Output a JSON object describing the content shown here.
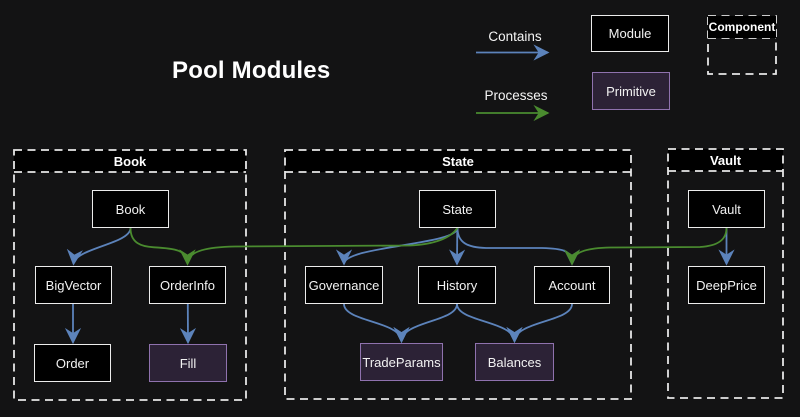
{
  "title": "Pool Modules",
  "colors": {
    "background": "#131314",
    "module_fill": "#000000",
    "module_border": "#ececec",
    "primitive_fill": "#2c2236",
    "primitive_border": "#8f72ae",
    "contains_edge": "#5c83bb",
    "processes_edge": "#4a8b2f",
    "text": "#f2f2f2"
  },
  "legend": {
    "contains_label": "Contains",
    "processes_label": "Processes",
    "module_label": "Module",
    "primitive_label": "Primitive",
    "component_label": "Component"
  },
  "groups": [
    {
      "id": "book",
      "label": "Book"
    },
    {
      "id": "state",
      "label": "State"
    },
    {
      "id": "vault",
      "label": "Vault"
    }
  ],
  "nodes": [
    {
      "id": "book",
      "label": "Book",
      "type": "module",
      "group": "Book"
    },
    {
      "id": "bigvector",
      "label": "BigVector",
      "type": "module",
      "group": "Book"
    },
    {
      "id": "orderinfo",
      "label": "OrderInfo",
      "type": "module",
      "group": "Book"
    },
    {
      "id": "order",
      "label": "Order",
      "type": "module",
      "group": "Book"
    },
    {
      "id": "fill",
      "label": "Fill",
      "type": "primitive",
      "group": "Book"
    },
    {
      "id": "state",
      "label": "State",
      "type": "module",
      "group": "State"
    },
    {
      "id": "governance",
      "label": "Governance",
      "type": "module",
      "group": "State"
    },
    {
      "id": "history",
      "label": "History",
      "type": "module",
      "group": "State"
    },
    {
      "id": "account",
      "label": "Account",
      "type": "module",
      "group": "State"
    },
    {
      "id": "tradeparams",
      "label": "TradeParams",
      "type": "primitive",
      "group": "State"
    },
    {
      "id": "balances",
      "label": "Balances",
      "type": "primitive",
      "group": "State"
    },
    {
      "id": "vault",
      "label": "Vault",
      "type": "module",
      "group": "Vault"
    },
    {
      "id": "deepprice",
      "label": "DeepPrice",
      "type": "module",
      "group": "Vault"
    }
  ],
  "edges": [
    {
      "from": "book",
      "to": "bigvector",
      "type": "contains"
    },
    {
      "from": "bigvector",
      "to": "order",
      "type": "contains"
    },
    {
      "from": "orderinfo",
      "to": "fill",
      "type": "contains"
    },
    {
      "from": "state",
      "to": "governance",
      "type": "contains"
    },
    {
      "from": "state",
      "to": "history",
      "type": "contains"
    },
    {
      "from": "state",
      "to": "account",
      "type": "contains"
    },
    {
      "from": "governance",
      "to": "tradeparams",
      "type": "contains"
    },
    {
      "from": "history",
      "to": "tradeparams",
      "type": "contains"
    },
    {
      "from": "history",
      "to": "balances",
      "type": "contains"
    },
    {
      "from": "account",
      "to": "balances",
      "type": "contains"
    },
    {
      "from": "vault",
      "to": "deepprice",
      "type": "contains"
    },
    {
      "from": "book",
      "to": "orderinfo",
      "type": "processes"
    },
    {
      "from": "state",
      "to": "orderinfo",
      "type": "processes"
    },
    {
      "from": "vault",
      "to": "account",
      "type": "processes"
    }
  ]
}
